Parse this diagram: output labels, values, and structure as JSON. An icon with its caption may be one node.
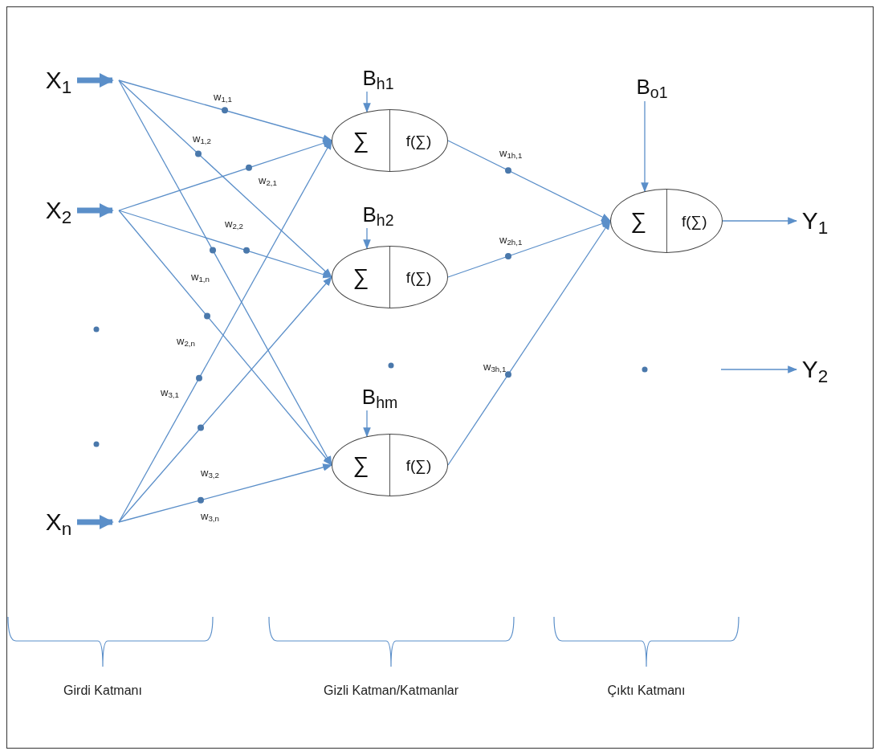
{
  "diagram": {
    "nodes": [
      {
        "text": [
          "X$_{1}$"
        ]
      },
      {
        "text": [
          "X$_{2}$"
        ]
      },
      {
        "text": [
          "X$_{n}$"
        ]
      },
      {
        "text": [
          "B$_{h1}$"
        ]
      },
      {
        "text": [
          "∑",
          "f(∑)"
        ]
      },
      {
        "text": [
          "B$_{h2}$"
        ]
      },
      {
        "text": [
          "∑",
          "f(∑)"
        ]
      },
      {
        "text": [
          "B$_{hm}$"
        ]
      },
      {
        "text": [
          "∑",
          "f(∑)"
        ]
      },
      {
        "text": [
          "B$_{o1}$"
        ]
      },
      {
        "text": [
          "∑",
          "f(∑)"
        ]
      },
      {
        "text": [
          "Y$_{1}$"
        ]
      },
      {
        "text": [
          "Y$_{2}$"
        ]
      }
    ],
    "edges": [
      {
        "from": 0,
        "to": null,
        "arrow": "to",
        "style": "thick"
      },
      {
        "from": 1,
        "to": null,
        "arrow": "to",
        "style": "thick"
      },
      {
        "from": 2,
        "to": null,
        "arrow": "to",
        "style": "thick"
      },
      {
        "from": 0,
        "to": 4,
        "arrow": "to",
        "label": "w$_{1,1}$"
      },
      {
        "from": 0,
        "to": 6,
        "arrow": "to",
        "label": "w$_{1,2}$"
      },
      {
        "from": 0,
        "to": 8,
        "arrow": "to",
        "label": "w$_{1,n}$"
      },
      {
        "from": 1,
        "to": 4,
        "arrow": "to",
        "label": "w$_{2,1}$"
      },
      {
        "from": 1,
        "to": 6,
        "arrow": "to",
        "label": "w$_{2,2}$"
      },
      {
        "from": 1,
        "to": 8,
        "arrow": "to",
        "label": "w$_{2,n}$"
      },
      {
        "from": 2,
        "to": 4,
        "arrow": "to",
        "label": "w$_{3,1}$"
      },
      {
        "from": 2,
        "to": 6,
        "arrow": "to",
        "label": "w$_{3,2}$"
      },
      {
        "from": 2,
        "to": 8,
        "arrow": "to",
        "label": "w$_{3,n}$"
      },
      {
        "from": 3,
        "to": 4,
        "arrow": "to"
      },
      {
        "from": 5,
        "to": 6,
        "arrow": "to"
      },
      {
        "from": 7,
        "to": 8,
        "arrow": "to"
      },
      {
        "from": 4,
        "to": 10,
        "arrow": "to",
        "label": "w$_{1h,1}$"
      },
      {
        "from": 6,
        "to": 10,
        "arrow": "to",
        "label": "w$_{2h,1}$"
      },
      {
        "from": 8,
        "to": 10,
        "arrow": "to",
        "label": "w$_{3h,1}$"
      },
      {
        "from": 9,
        "to": 10,
        "arrow": "to"
      },
      {
        "from": 10,
        "to": 11,
        "arrow": "to"
      },
      {
        "from": null,
        "to": 12,
        "arrow": "to"
      }
    ],
    "labels": [
      "Girdi Katmanı",
      "Gizli Katman/Katmanlar",
      "Çıktı Katmanı"
    ]
  }
}
